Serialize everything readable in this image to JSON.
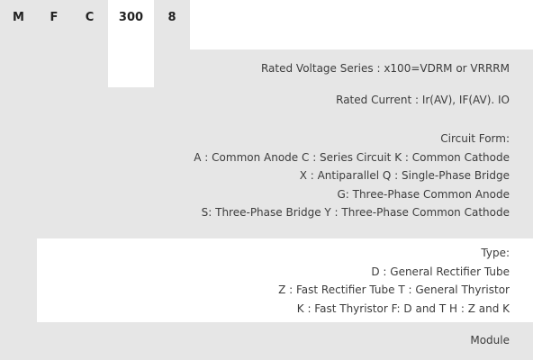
{
  "codes": [
    "M",
    "F",
    "C",
    "300",
    "8"
  ],
  "colors": {
    "band": "#e6e6e6",
    "background": "#ffffff",
    "text": "#3c3c3c",
    "code_text": "#222222"
  },
  "descriptions": {
    "voltage": [
      "Rated Voltage Series : x100=VDRM or VRRRM"
    ],
    "current": [
      "Rated Current : Ir(AV), IF(AV). IO"
    ],
    "circuit": [
      "Circuit Form:",
      "A : Common Anode  C : Series Circuit   K : Common Cathode",
      "X : Antiparallel  Q : Single-Phase Bridge",
      "G: Three-Phase Common Anode",
      "S:  Three-Phase Bridge  Y : Three-Phase Common Cathode"
    ],
    "type": [
      "Type:",
      "D : General Rectifier Tube",
      "Z : Fast Rectifier Tube  T : General Thyristor",
      "K : Fast Thyristor   F: D and T   H : Z and K"
    ],
    "module": [
      "Module"
    ]
  }
}
